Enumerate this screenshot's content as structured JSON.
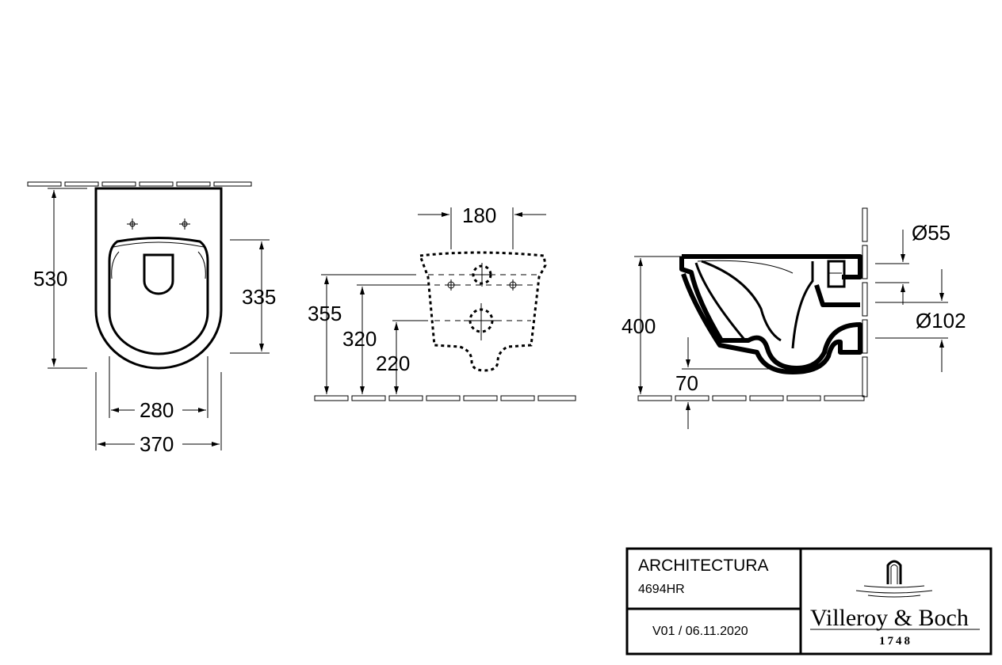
{
  "dimensions": {
    "top_view": {
      "depth": "530",
      "seat_inner_width": "280",
      "overall_width": "370",
      "rear_to_seat": "335"
    },
    "rear_view": {
      "fixing_spacing": "180",
      "height_355": "355",
      "height_320": "320",
      "height_220": "220"
    },
    "side_view": {
      "height": "400",
      "floor_gap": "70",
      "inlet_diameter": "Ø55",
      "outlet_diameter": "Ø102"
    }
  },
  "title_block": {
    "product_name": "ARCHITECTURA",
    "article_number": "4694HR",
    "version": "V01 / 06.11.2020",
    "brand": "Villeroy & Boch",
    "year": "1748"
  }
}
